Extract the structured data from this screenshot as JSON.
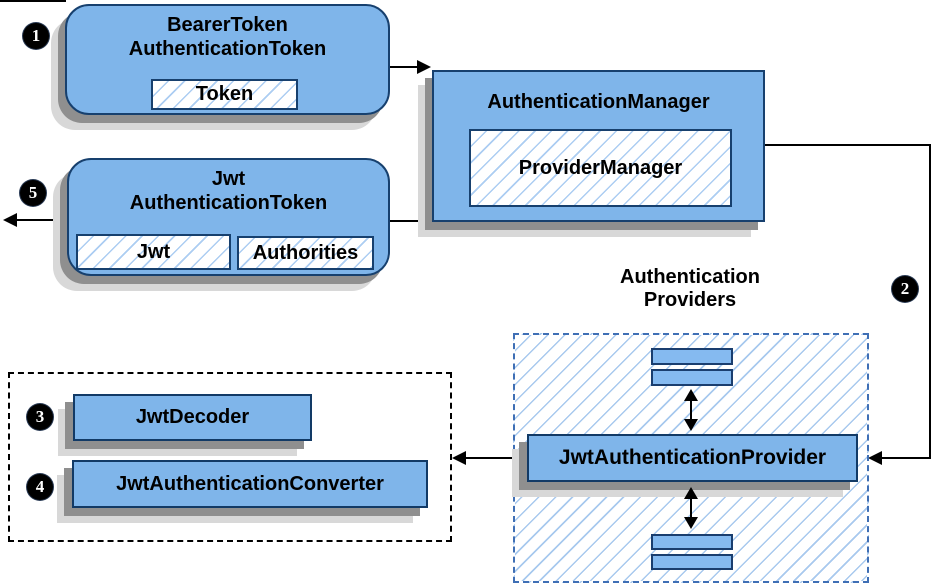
{
  "nodes": {
    "bearer_token": {
      "line1": "BearerToken",
      "line2": "AuthenticationToken",
      "field_token": "Token"
    },
    "authentication_manager": {
      "title": "AuthenticationManager",
      "inner": "ProviderManager"
    },
    "jwt_authentication_token": {
      "line1": "Jwt",
      "line2": "AuthenticationToken",
      "field_jwt": "Jwt",
      "field_authorities": "Authorities"
    },
    "authentication_providers": {
      "label_line1": "Authentication",
      "label_line2": "Providers",
      "provider": "JwtAuthenticationProvider"
    },
    "jwt_decoder": "JwtDecoder",
    "jwt_authentication_converter": "JwtAuthenticationConverter"
  },
  "steps": {
    "step1": "1",
    "step2": "2",
    "step3": "3",
    "step4": "4",
    "step5": "5"
  },
  "colors": {
    "node_fill": "#7fb5ea",
    "node_border": "#17406e",
    "hatch_line": "#accdf2",
    "region_border": "#3f6fb5",
    "shadow_dark": "#8f8f8f",
    "shadow_light": "#d8d8d8",
    "connector": "#000000"
  }
}
